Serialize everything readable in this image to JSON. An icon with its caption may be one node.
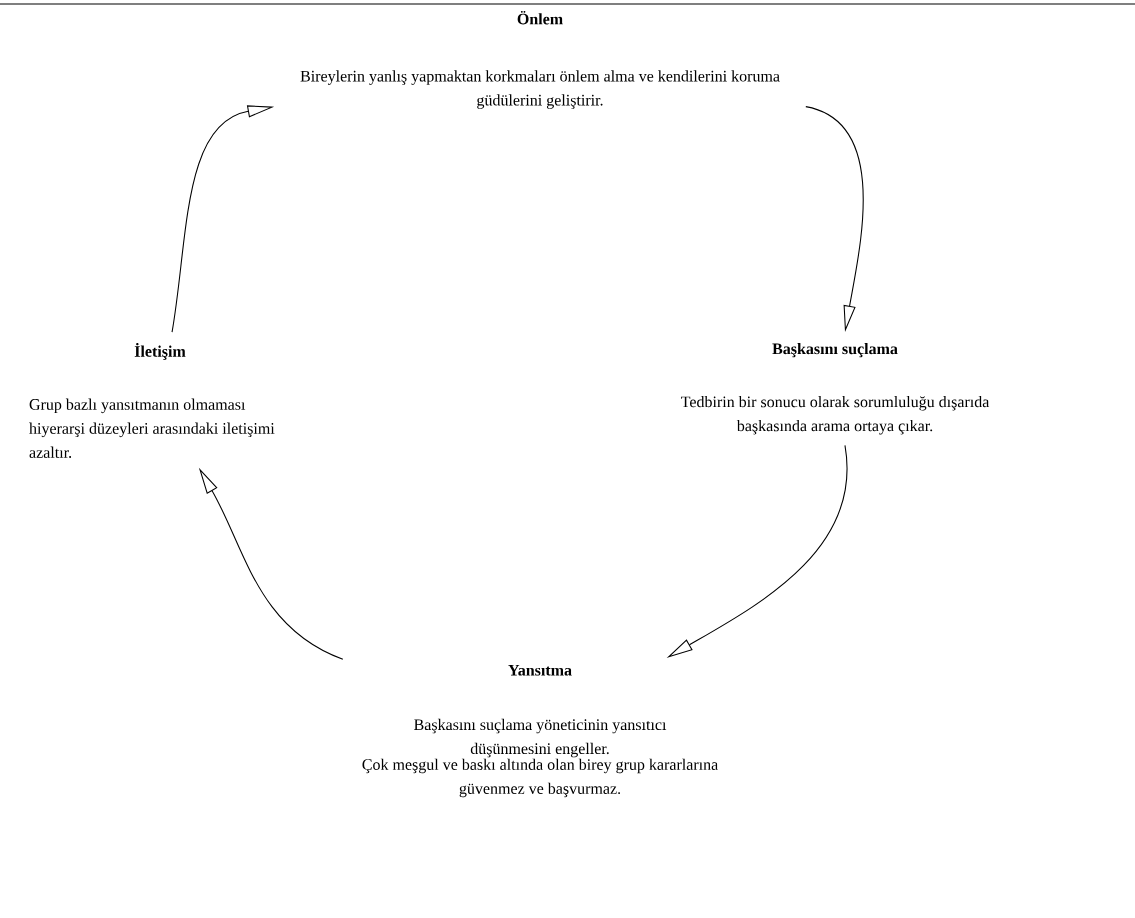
{
  "diagram": {
    "nodes": [
      {
        "text": [
          "Önlem",
          "Bireylerin yanlış yapmaktan korkmaları önlem alma ve kendilerini koruma güdülerini geliştirir."
        ]
      },
      {
        "text": [
          "Başkasını suçlama",
          "Tedbirin bir sonucu olarak sorumluluğu dışarıda başkasında arama ortaya çıkar."
        ]
      },
      {
        "text": [
          "İletişim",
          "Grup bazlı yansıtmanın olmaması hiyerarşi düzeyleri arasındaki iletişimi azaltır."
        ]
      },
      {
        "text": [
          "Yansıtma",
          "Başkasını suçlama yöneticinin yansıtıcı düşünmesini engeller.",
          "Çok meşgul ve baskı altında olan birey grup kararlarına güvenmez ve başvurmaz."
        ]
      }
    ],
    "edges": [
      {
        "from": 0,
        "to": 1,
        "arrow": "to"
      },
      {
        "from": 1,
        "to": 3,
        "arrow": "to"
      },
      {
        "from": 3,
        "to": 2,
        "arrow": "to"
      },
      {
        "from": 2,
        "to": 0,
        "arrow": "to"
      }
    ]
  }
}
